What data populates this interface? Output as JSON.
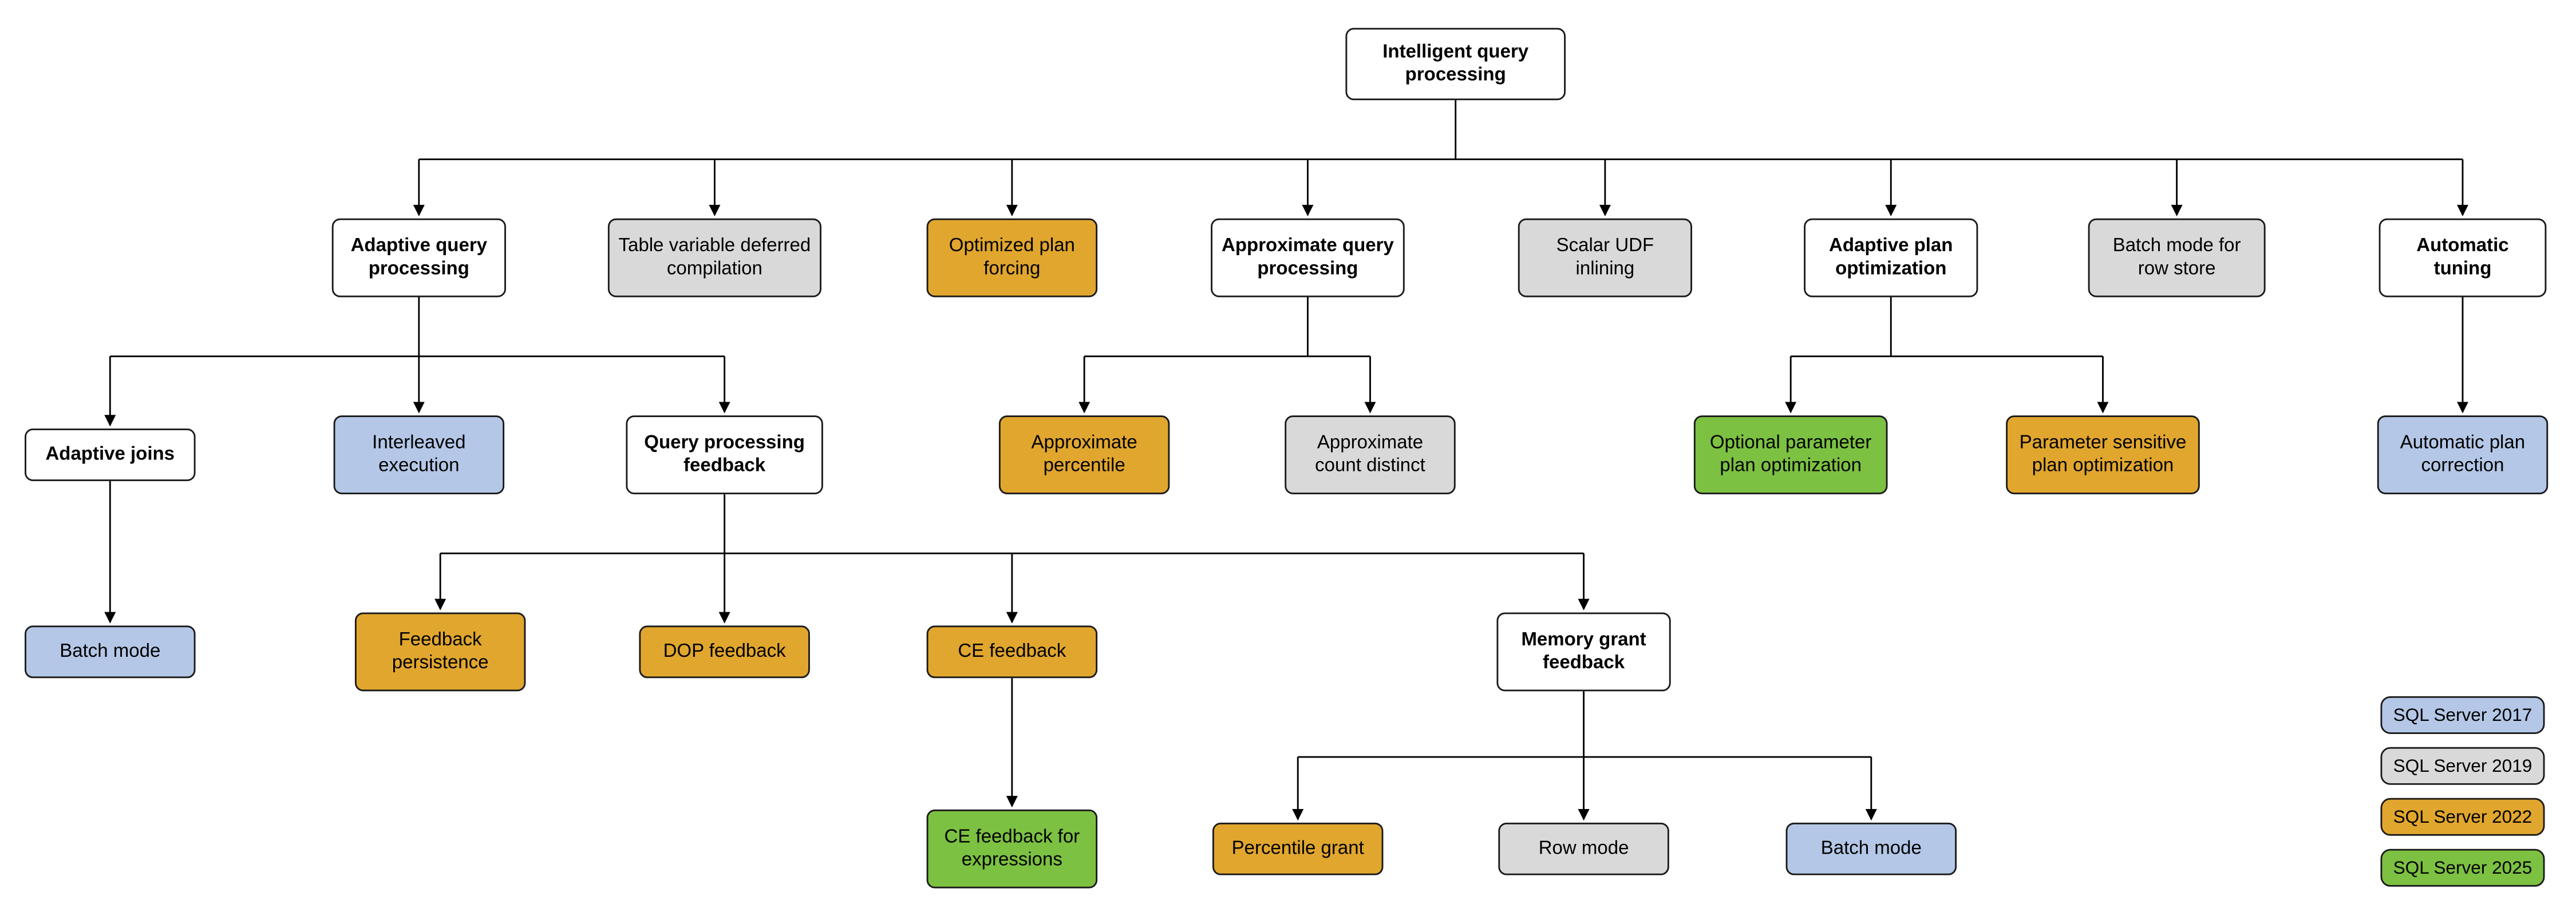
{
  "colors": {
    "white": "#ffffff",
    "gray": "#d9d9d9",
    "blue": "#b4c7e7",
    "gold": "#e0a62e",
    "green": "#7cc142",
    "border": "#1a1a1a"
  },
  "nodes": {
    "root": {
      "label": "Intelligent query processing",
      "variant": "white",
      "parent": null
    },
    "adaptive_qp": {
      "label": "Adaptive query processing",
      "variant": "white",
      "parent": "root"
    },
    "table_var": {
      "label": "Table variable deferred compilation",
      "variant": "gray",
      "parent": "root"
    },
    "optimized_plan": {
      "label": "Optimized plan forcing",
      "variant": "gold",
      "parent": "root"
    },
    "approx_qp": {
      "label": "Approximate query processing",
      "variant": "white",
      "parent": "root"
    },
    "scalar_udf": {
      "label": "Scalar UDF inlining",
      "variant": "gray",
      "parent": "root"
    },
    "adaptive_plan_opt": {
      "label": "Adaptive plan optimization",
      "variant": "white",
      "parent": "root"
    },
    "batch_row_store": {
      "label": "Batch mode for row store",
      "variant": "gray",
      "parent": "root"
    },
    "auto_tuning": {
      "label": "Automatic tuning",
      "variant": "white",
      "parent": "root"
    },
    "adaptive_joins": {
      "label": "Adaptive joins",
      "variant": "white",
      "parent": "adaptive_qp"
    },
    "interleaved": {
      "label": "Interleaved execution",
      "variant": "blue",
      "parent": "adaptive_qp"
    },
    "qp_feedback": {
      "label": "Query processing feedback",
      "variant": "white",
      "parent": "adaptive_qp"
    },
    "approx_percentile": {
      "label": "Approximate percentile",
      "variant": "gold",
      "parent": "approx_qp"
    },
    "approx_count": {
      "label": "Approximate count distinct",
      "variant": "gray",
      "parent": "approx_qp"
    },
    "opt_param": {
      "label": "Optional parameter plan optimization",
      "variant": "green",
      "parent": "adaptive_plan_opt"
    },
    "param_sensitive": {
      "label": "Parameter sensitive plan optimization",
      "variant": "gold",
      "parent": "adaptive_plan_opt"
    },
    "auto_plan_corr": {
      "label": "Automatic plan correction",
      "variant": "blue",
      "parent": "auto_tuning"
    },
    "batch_mode_aj": {
      "label": "Batch mode",
      "variant": "blue",
      "parent": "adaptive_joins"
    },
    "feedback_persist": {
      "label": "Feedback persistence",
      "variant": "gold",
      "parent": "qp_feedback"
    },
    "dop_feedback": {
      "label": "DOP feedback",
      "variant": "gold",
      "parent": "qp_feedback"
    },
    "ce_feedback": {
      "label": "CE feedback",
      "variant": "gold",
      "parent": "qp_feedback"
    },
    "mem_grant": {
      "label": "Memory grant feedback",
      "variant": "white",
      "parent": "qp_feedback"
    },
    "ce_feedback_expr": {
      "label": "CE feedback for expressions",
      "variant": "green",
      "parent": "ce_feedback"
    },
    "percentile_grant": {
      "label": "Percentile grant",
      "variant": "gold",
      "parent": "mem_grant"
    },
    "row_mode": {
      "label": "Row mode",
      "variant": "gray",
      "parent": "mem_grant"
    },
    "batch_mode_mg": {
      "label": "Batch mode",
      "variant": "blue",
      "parent": "mem_grant"
    }
  },
  "legend": {
    "items": [
      {
        "label": "SQL Server 2017",
        "variant": "blue",
        "color": "#b4c7e7"
      },
      {
        "label": "SQL Server 2019",
        "variant": "gray",
        "color": "#d9d9d9"
      },
      {
        "label": "SQL Server 2022",
        "variant": "gold",
        "color": "#e0a62e"
      },
      {
        "label": "SQL Server 2025",
        "variant": "green",
        "color": "#7cc142"
      }
    ]
  }
}
